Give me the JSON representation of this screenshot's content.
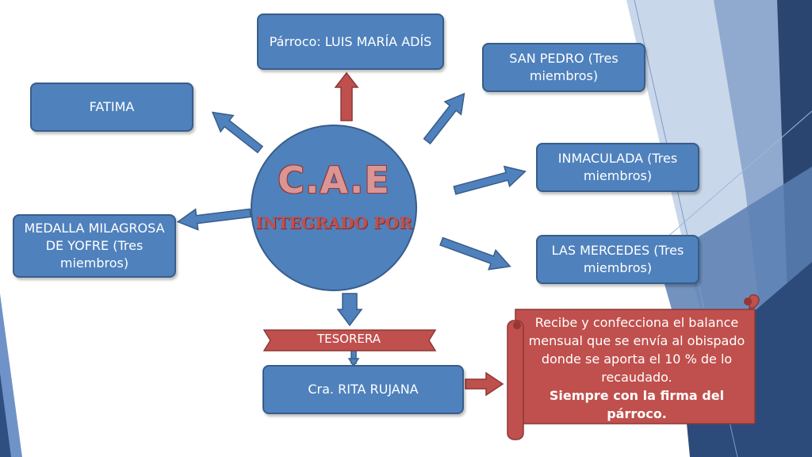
{
  "center": {
    "title": "C.A.E",
    "subtitle": "INTEGRADO POR"
  },
  "nodes": {
    "parroco": "Párroco: LUIS MARÍA ADÍS",
    "san_pedro": "SAN PEDRO (Tres miembros)",
    "fatima": "FATIMA",
    "inmaculada": "INMACULADA (Tres miembros)",
    "medalla": "MEDALLA MILAGROSA DE YOFRE (Tres miembros)",
    "mercedes": "LAS MERCEDES (Tres miembros)",
    "tesorera": "TESORERA",
    "rita": "Cra. RITA RUJANA"
  },
  "note": {
    "text": "Recibe y confecciona el balance mensual que se envía al obispado donde se aporta el 10 % de lo recaudado.",
    "bold": "Siempre con la firma del párroco."
  },
  "colors": {
    "box_fill": "#4f81bd",
    "box_border": "#385d8a",
    "arrow_red": "#c0504d",
    "title_pink": "#d99694",
    "background_accent": "#1f3864"
  }
}
